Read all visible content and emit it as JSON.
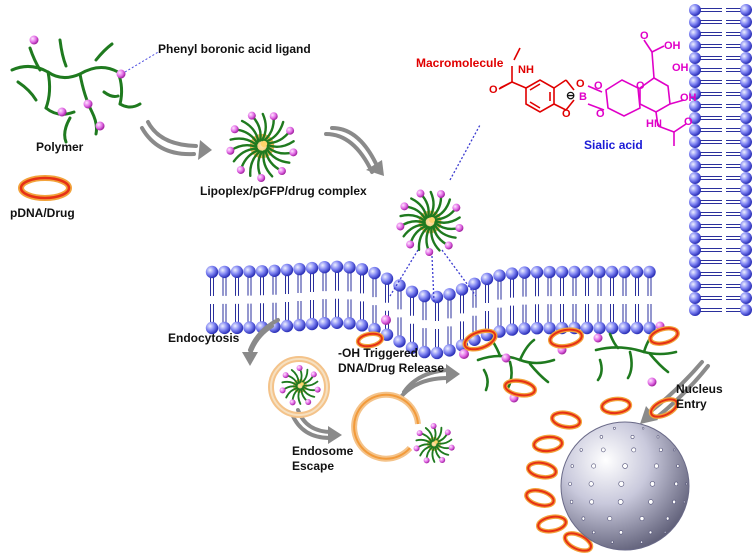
{
  "labels": {
    "polymer": "Polymer",
    "ligand": "Phenyl boronic acid ligand",
    "pdna": "pDNA/Drug",
    "complex": "Lipoplex/pGFP/drug complex",
    "endocytosis": "Endocytosis",
    "release_line1": "-OH Triggered",
    "release_line2": "DNA/Drug Release",
    "escape_line1": "Endosome",
    "escape_line2": "Escape",
    "nucleus_line1": "Nucleus",
    "nucleus_line2": "Entry",
    "macromolecule": "Macromolecule",
    "sialic": "Sialic acid"
  },
  "chem": {
    "nh": "NH",
    "o": "O",
    "b": "B",
    "minus": "⊖",
    "oh": "OH",
    "hn": "HN"
  },
  "colors": {
    "membrane_head": "#6f74f0",
    "membrane_tail": "#2a2f9c",
    "polymer_green": "#1f7a1f",
    "ligand_pink": "#e26be6",
    "pdna_red": "#e63015",
    "pdna_orange": "#f2a33b",
    "macromolecule_red": "#e00000",
    "sialic_magenta": "#e000c8",
    "sialic_label": "#1a1ad6",
    "arrow_gray": "#8a8a8a",
    "nucleus_gray": "#b8b8d0"
  }
}
